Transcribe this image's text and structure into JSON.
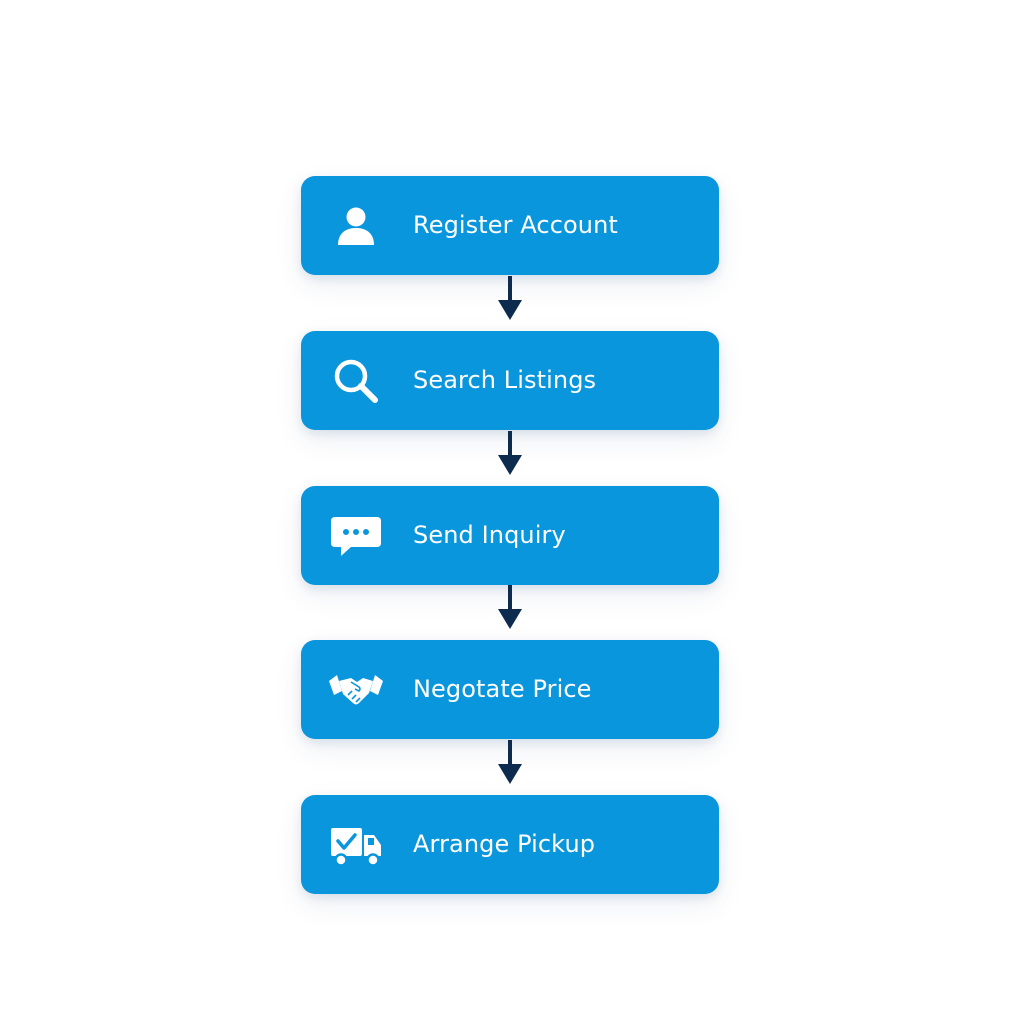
{
  "flow": {
    "steps": [
      {
        "label": "Register Account",
        "icon": "user-icon"
      },
      {
        "label": "Search Listings",
        "icon": "search-icon"
      },
      {
        "label": "Send Inquiry",
        "icon": "chat-bubble-icon"
      },
      {
        "label": "Negotate Price",
        "icon": "handshake-icon"
      },
      {
        "label": "Arrange Pickup",
        "icon": "delivery-truck-icon"
      }
    ]
  },
  "colors": {
    "box": "#0a96dc",
    "arrow": "#0d2b4e",
    "text": "#ffffff",
    "background": "#ffffff"
  }
}
